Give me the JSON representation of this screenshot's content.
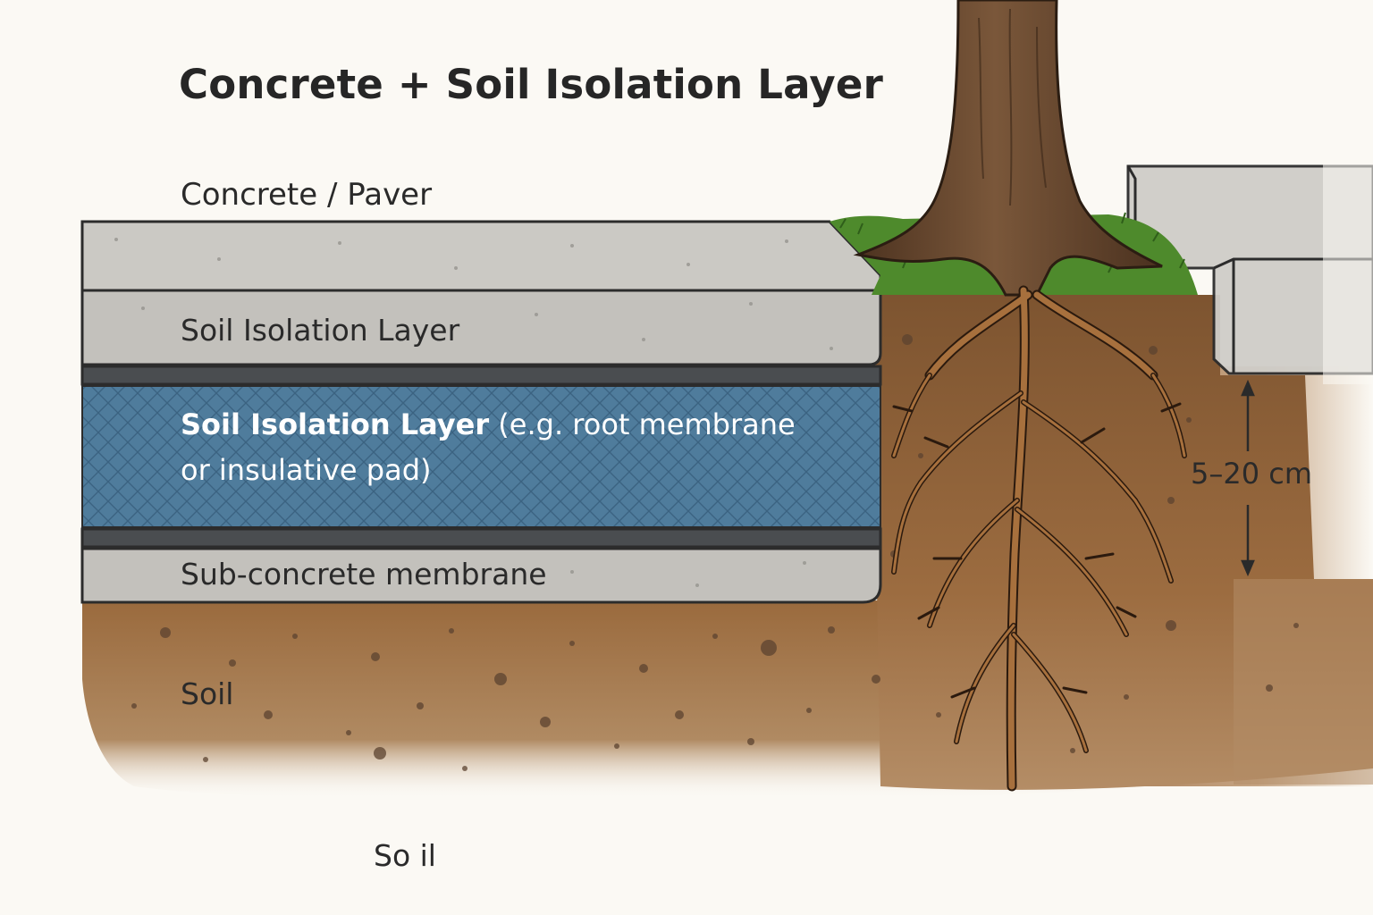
{
  "title": "Concrete + Soil Isolation Layer",
  "labels": {
    "concrete_paver": "Concrete / Paver",
    "soil_isolation_layer": "Soil Isolation Layer",
    "blue_layer_bold": "Soil Isolation Layer",
    "blue_layer_rest_1": "(e.g. root membrane",
    "blue_layer_rest_2": "or insulative pad)",
    "sub_concrete_membrane": "Sub-concrete membrane",
    "soil": "Soil",
    "dimension": "5–20 cm",
    "soil_bottom": "So il"
  },
  "colors": {
    "concrete": "#c9c7c2",
    "blue_layer": "#4f7c9c",
    "soil": "#9c6b3e",
    "bark": "#6a4a31",
    "roots": "#a7703d",
    "grass": "#4e8a2c"
  }
}
